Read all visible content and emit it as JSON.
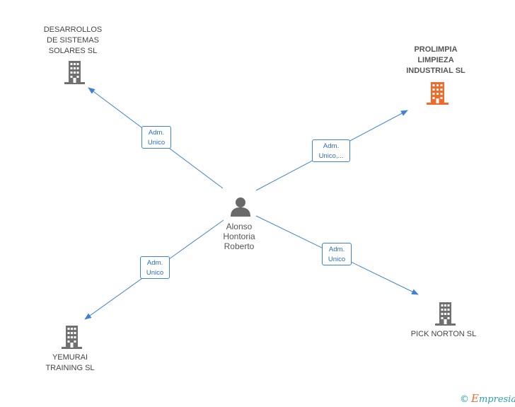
{
  "colors": {
    "edge": "#3f82d2",
    "building": "#707070",
    "building_highlight": "#f06a2a",
    "person": "#6a6a6a"
  },
  "center": {
    "label": "Alonso\nHontoria\nRoberto",
    "icon": "person-icon"
  },
  "companies": [
    {
      "id": "desarrollos",
      "label": "DESARROLLOS\nDE SISTEMAS\nSOLARES SL",
      "icon": "building-icon",
      "highlight": false
    },
    {
      "id": "prolimpia",
      "label": "PROLIMPIA\nLIMPIEZA\nINDUSTRIAL SL",
      "icon": "building-icon",
      "highlight": true
    },
    {
      "id": "yemurai",
      "label": "YEMURAI\nTRAINING SL",
      "icon": "building-icon",
      "highlight": false
    },
    {
      "id": "pick-norton",
      "label": "PICK NORTON SL",
      "icon": "building-icon",
      "highlight": false
    }
  ],
  "relations": [
    {
      "to": "desarrollos",
      "label": "Adm.\nUnico"
    },
    {
      "to": "prolimpia",
      "label": "Adm.\nUnico,..."
    },
    {
      "to": "yemurai",
      "label": "Adm.\nUnico"
    },
    {
      "to": "pick-norton",
      "label": "Adm.\nUnico"
    }
  ],
  "brand": {
    "copyright": "©",
    "first_letter": "E",
    "rest": "mpresia"
  }
}
